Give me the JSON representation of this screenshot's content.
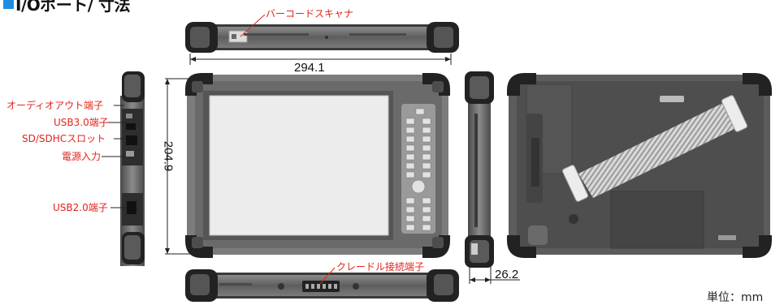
{
  "header": {
    "title": "I/Oポート/ 寸法"
  },
  "labels": {
    "barcode": "バーコードスキャナ",
    "audio": "オーディオアウト端子",
    "usb3": "USB3.0端子",
    "sd": "SD/SDHCスロット",
    "power": "電源入力",
    "usb2": "USB2.0端子",
    "cradle": "クレードル接続端子"
  },
  "dimensions": {
    "width": "294.1",
    "height": "204.9",
    "depth": "26.2"
  },
  "unit": "単位：mm",
  "colors": {
    "title_square": "#1f8ee0",
    "label_red": "#e0241b",
    "device_body": "#6e6e6e",
    "bumper": "#2a2a2a",
    "screen": "#ececec"
  }
}
